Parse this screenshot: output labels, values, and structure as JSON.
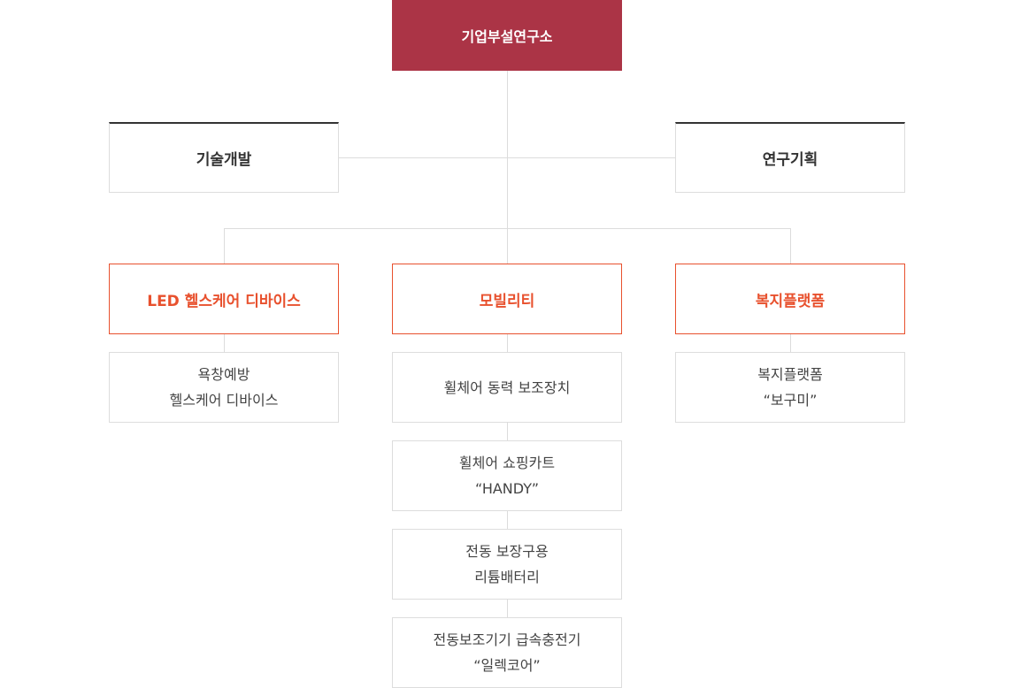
{
  "root": {
    "label": "기업부설연구소"
  },
  "departments": [
    {
      "label": "기술개발"
    },
    {
      "label": "연구기획"
    }
  ],
  "divisions": [
    {
      "label": "LED 헬스케어 디바이스",
      "items": [
        {
          "lines": [
            "욕창예방",
            "헬스케어 디바이스"
          ]
        }
      ]
    },
    {
      "label": "모빌리티",
      "items": [
        {
          "lines": [
            "휠체어 동력 보조장치"
          ]
        },
        {
          "lines": [
            "휠체어 쇼핑카트",
            "“HANDY”"
          ]
        },
        {
          "lines": [
            "전동 보장구용",
            "리튬배터리"
          ]
        },
        {
          "lines": [
            "전동보조기기 급속충전기",
            "“일렉코어”"
          ]
        }
      ]
    },
    {
      "label": "복지플랫폼",
      "items": [
        {
          "lines": [
            "복지플랫폼",
            "“보구미”"
          ]
        }
      ]
    }
  ],
  "colors": {
    "root_fill": "#ab3446",
    "division_accent": "#e8512e",
    "department_top_border": "#333333",
    "connector": "#dcdcdc",
    "box_border": "#dddddd"
  }
}
